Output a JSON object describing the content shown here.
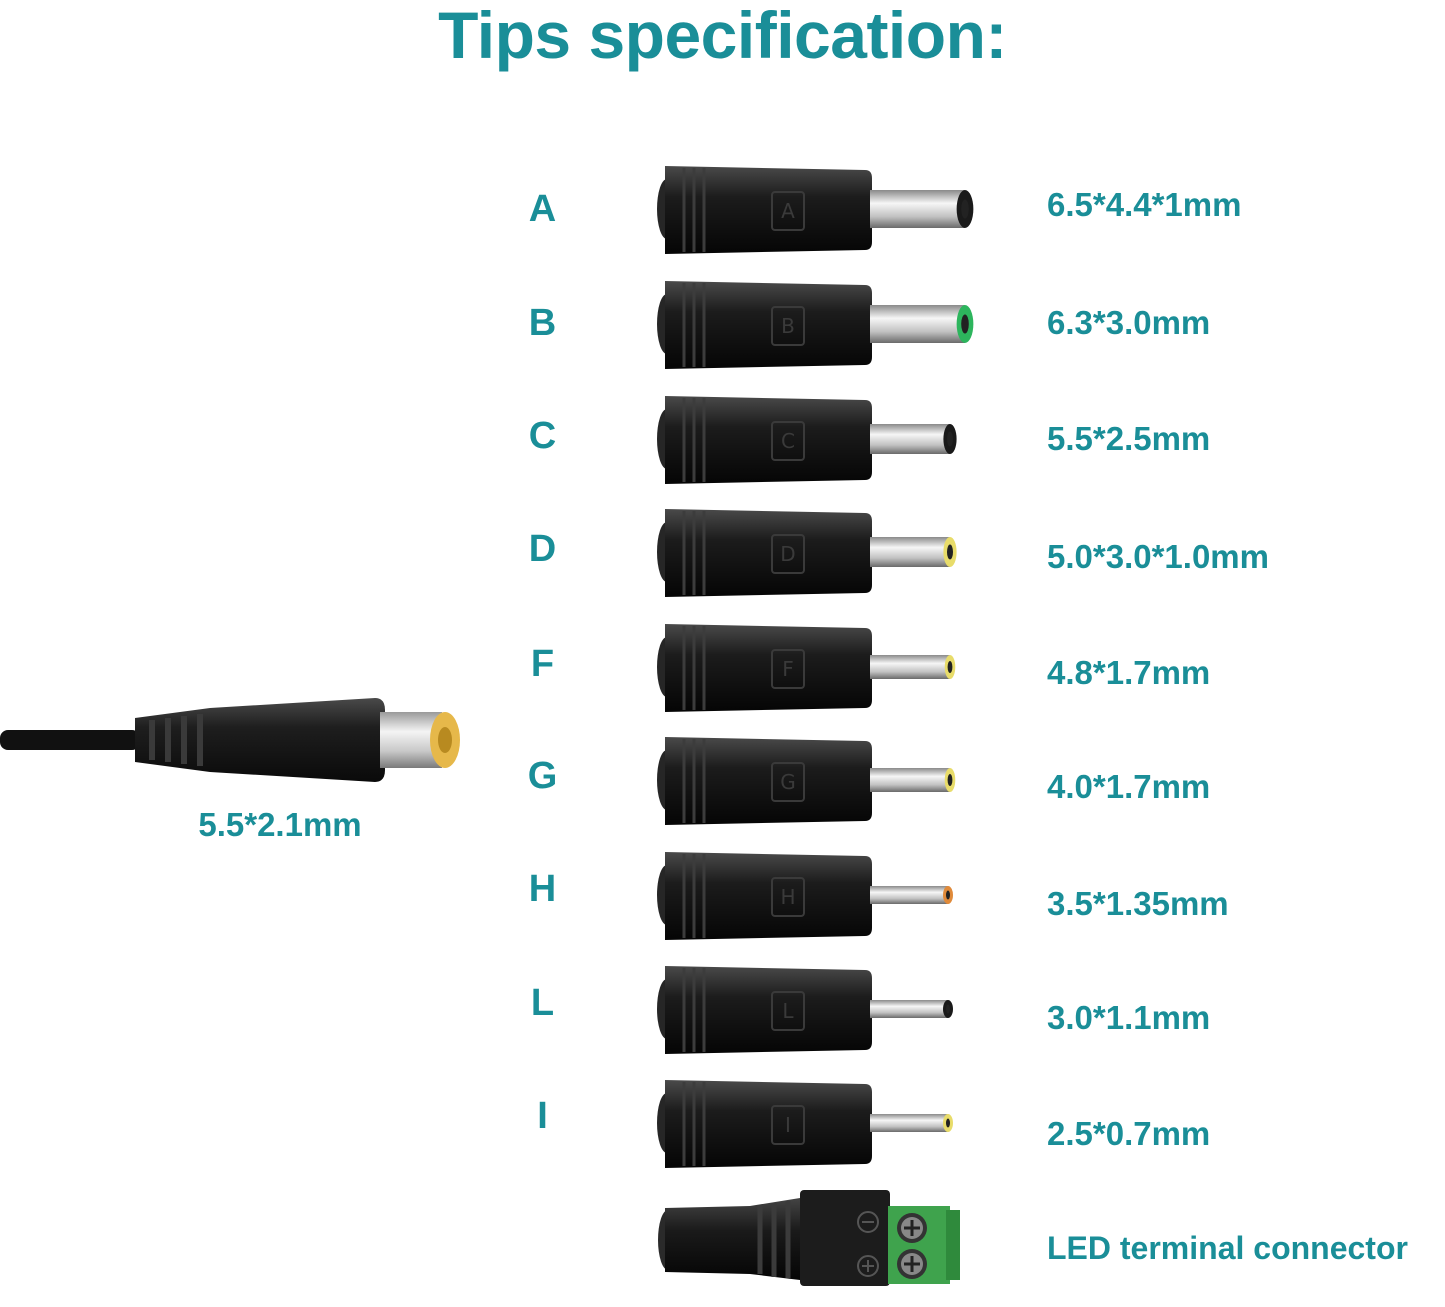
{
  "theme": {
    "accent": "#1a8e98"
  },
  "title": "Tips specification:",
  "main_plug": {
    "label": "5.5*2.1mm",
    "tip_color": "#e6b84a"
  },
  "tips": [
    {
      "code": "A",
      "spec": "6.5*4.4*1mm",
      "tip_color": "#1a1a1a",
      "pin": "large"
    },
    {
      "code": "B",
      "spec": "6.3*3.0mm",
      "tip_color": "#2db55d",
      "pin": "large"
    },
    {
      "code": "C",
      "spec": "5.5*2.5mm",
      "tip_color": "#1a1a1a",
      "pin": "medium"
    },
    {
      "code": "D",
      "spec": "5.0*3.0*1.0mm",
      "tip_color": "#e8dc6a",
      "pin": "medium"
    },
    {
      "code": "F",
      "spec": "4.8*1.7mm",
      "tip_color": "#e8dc6a",
      "pin": "small"
    },
    {
      "code": "G",
      "spec": "4.0*1.7mm",
      "tip_color": "#e8dc6a",
      "pin": "small"
    },
    {
      "code": "H",
      "spec": "3.5*1.35mm",
      "tip_color": "#e08a3a",
      "pin": "thin"
    },
    {
      "code": "L",
      "spec": "3.0*1.1mm",
      "tip_color": "#1a1a1a",
      "pin": "thin"
    },
    {
      "code": "I",
      "spec": "2.5*0.7mm",
      "tip_color": "#e8dc6a",
      "pin": "thin"
    }
  ],
  "terminal": {
    "spec": "LED  terminal connector",
    "block_color": "#3fa34d"
  }
}
